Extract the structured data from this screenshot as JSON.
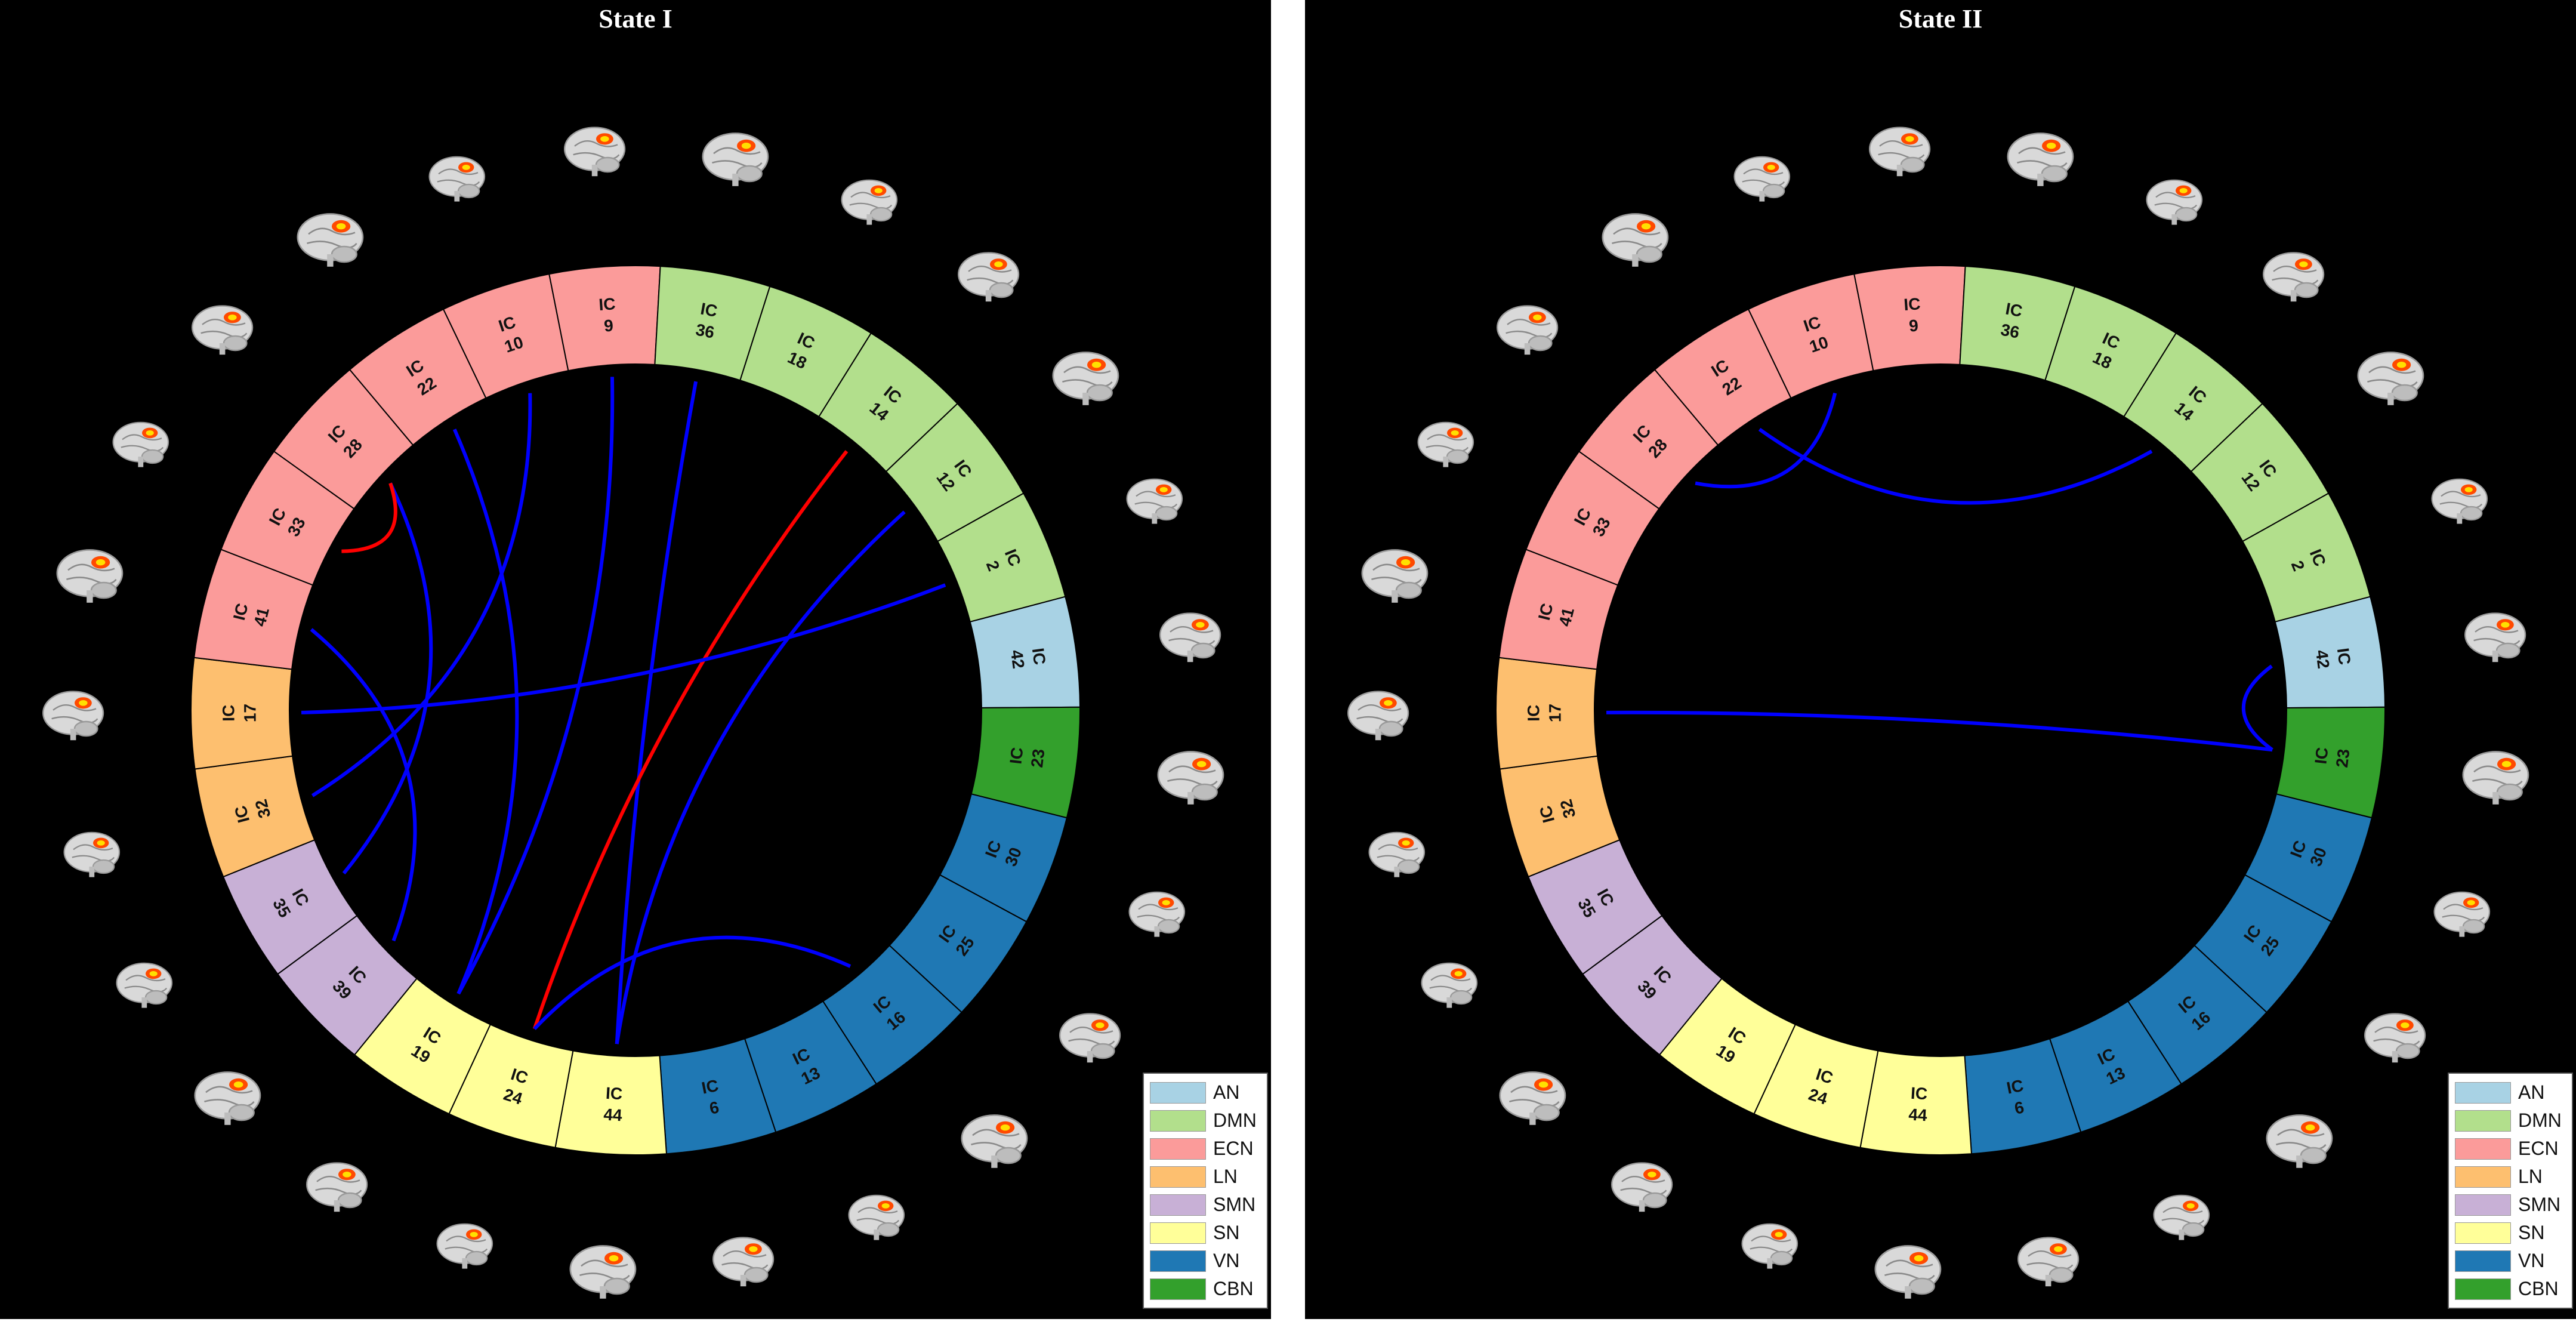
{
  "colors": {
    "AN": "#a8d2e4",
    "DMN": "#b2df8c",
    "ECN": "#fb9b9a",
    "LN": "#fdbf6f",
    "SMN": "#c8b0d6",
    "SN": "#ffff99",
    "VN": "#1f78b4",
    "CBN": "#33a02c",
    "negative": "#0000ff",
    "positive": "#ff0000"
  },
  "legend": [
    "AN",
    "DMN",
    "ECN",
    "LN",
    "SMN",
    "SN",
    "VN",
    "CBN"
  ],
  "segments": [
    {
      "line1": "IC",
      "line2": "32",
      "net": "LN"
    },
    {
      "line1": "IC",
      "line2": "17",
      "net": "LN"
    },
    {
      "line1": "IC",
      "line2": "41",
      "net": "ECN"
    },
    {
      "line1": "IC",
      "line2": "33",
      "net": "ECN"
    },
    {
      "line1": "IC",
      "line2": "28",
      "net": "ECN"
    },
    {
      "line1": "IC",
      "line2": "22",
      "net": "ECN"
    },
    {
      "line1": "IC",
      "line2": "10",
      "net": "ECN"
    },
    {
      "line1": "IC",
      "line2": "9",
      "net": "ECN"
    },
    {
      "line1": "IC",
      "line2": "36",
      "net": "DMN"
    },
    {
      "line1": "IC",
      "line2": "18",
      "net": "DMN"
    },
    {
      "line1": "IC",
      "line2": "14",
      "net": "DMN"
    },
    {
      "line1": "IC",
      "line2": "12",
      "net": "DMN"
    },
    {
      "line1": "IC",
      "line2": "2",
      "net": "DMN"
    },
    {
      "line1": "IC",
      "line2": "42",
      "net": "AN"
    },
    {
      "line1": "IC",
      "line2": "23",
      "net": "CBN"
    },
    {
      "line1": "IC",
      "line2": "30",
      "net": "VN"
    },
    {
      "line1": "IC",
      "line2": "25",
      "net": "VN"
    },
    {
      "line1": "IC",
      "line2": "16",
      "net": "VN"
    },
    {
      "line1": "IC",
      "line2": "13",
      "net": "VN"
    },
    {
      "line1": "IC",
      "line2": "6",
      "net": "VN"
    },
    {
      "line1": "IC",
      "line2": "44",
      "net": "SN"
    },
    {
      "line1": "IC",
      "line2": "24",
      "net": "SN"
    },
    {
      "line1": "IC",
      "line2": "19",
      "net": "SN"
    },
    {
      "line1": "IC",
      "line2": "39",
      "net": "SMN"
    },
    {
      "line1": "IC",
      "line2": "35",
      "net": "SMN"
    }
  ],
  "panels": [
    {
      "title": "State I",
      "connections": [
        {
          "from": "44",
          "to": "36",
          "sign": "negative"
        },
        {
          "from": "44",
          "to": "12",
          "sign": "negative"
        },
        {
          "from": "24",
          "to": "14",
          "sign": "positive"
        },
        {
          "from": "24",
          "to": "16",
          "sign": "negative"
        },
        {
          "from": "19",
          "to": "22",
          "sign": "negative"
        },
        {
          "from": "39",
          "to": "41",
          "sign": "negative"
        },
        {
          "from": "35",
          "to": "28",
          "sign": "negative"
        },
        {
          "from": "32",
          "to": "10",
          "sign": "negative"
        },
        {
          "from": "17",
          "to": "2",
          "sign": "negative"
        },
        {
          "from": "33",
          "to": "28",
          "sign": "positive"
        },
        {
          "from": "19",
          "to": "9",
          "sign": "negative"
        }
      ]
    },
    {
      "title": "State II",
      "connections": [
        {
          "from": "17",
          "to": "23",
          "sign": "negative"
        },
        {
          "from": "23",
          "to": "42",
          "sign": "negative"
        },
        {
          "from": "22",
          "to": "14",
          "sign": "negative"
        },
        {
          "from": "28",
          "to": "10",
          "sign": "negative"
        }
      ]
    }
  ]
}
